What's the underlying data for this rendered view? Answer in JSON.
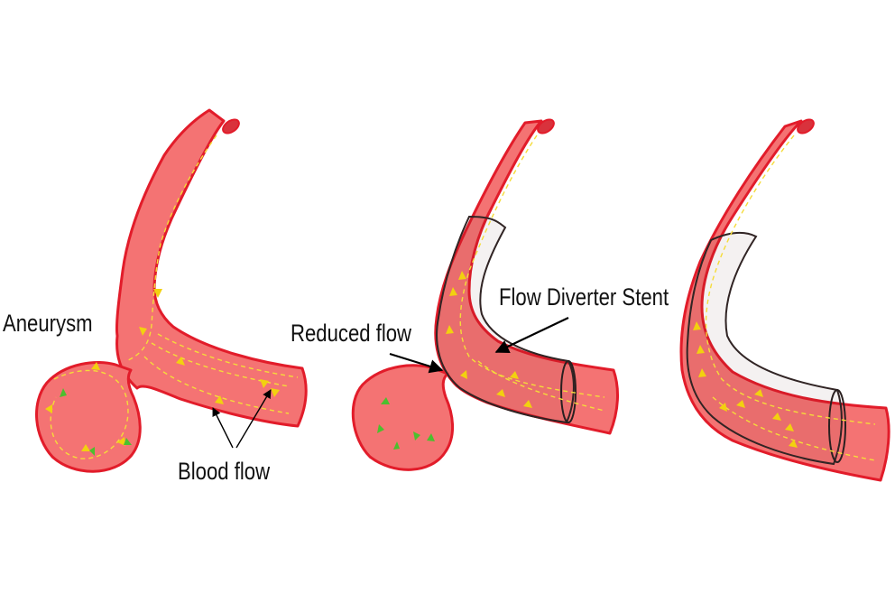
{
  "labels": {
    "aneurysm": "Aneurysm",
    "blood_flow": "Blood flow",
    "reduced_flow": "Reduced flow",
    "flow_diverter_stent": "Flow Diverter Stent"
  },
  "colors": {
    "vessel_fill": "#f47373",
    "vessel_outline": "#e21c2a",
    "flow_arrow": "#f2d10f",
    "aneurysm_flow_arrow": "#4cbf2e",
    "stent_mesh": "#2a2020"
  }
}
